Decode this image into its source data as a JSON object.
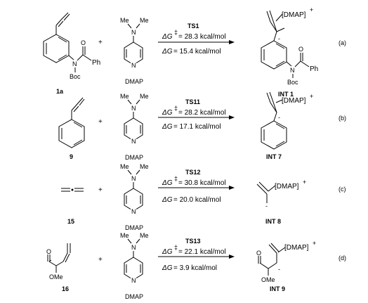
{
  "labels": {
    "dmap": "DMAP",
    "plus": "+",
    "dmap_fragment": "[DMAP]",
    "plus_charge": "+",
    "minus_charge": "-",
    "me": "Me",
    "n": "N",
    "o": "O",
    "ph": "Ph",
    "boc": "Boc",
    "ome": "OMe",
    "dg": "ΔG",
    "dagger": "‡"
  },
  "reactions": [
    {
      "id": "a",
      "tag": "(a)",
      "reactant": "1a",
      "ts": "TS1",
      "dg_act": "= 28.3 kcal/mol",
      "dg": "= 15.4 kcal/mol",
      "product": "INT 1"
    },
    {
      "id": "b",
      "tag": "(b)",
      "reactant": "9",
      "ts": "TS11",
      "dg_act": "= 28.2 kcal/mol",
      "dg": "= 17.1 kcal/mol",
      "product": "INT 7"
    },
    {
      "id": "c",
      "tag": "(c)",
      "reactant": "15",
      "ts": "TS12",
      "dg_act": "= 30.8 kcal/mol",
      "dg": "= 20.0 kcal/mol",
      "product": "INT 8"
    },
    {
      "id": "d",
      "tag": "(d)",
      "reactant": "16",
      "ts": "TS13",
      "dg_act": "= 22.1 kcal/mol",
      "dg": "= 3.9 kcal/mol",
      "product": "INT 9"
    }
  ]
}
